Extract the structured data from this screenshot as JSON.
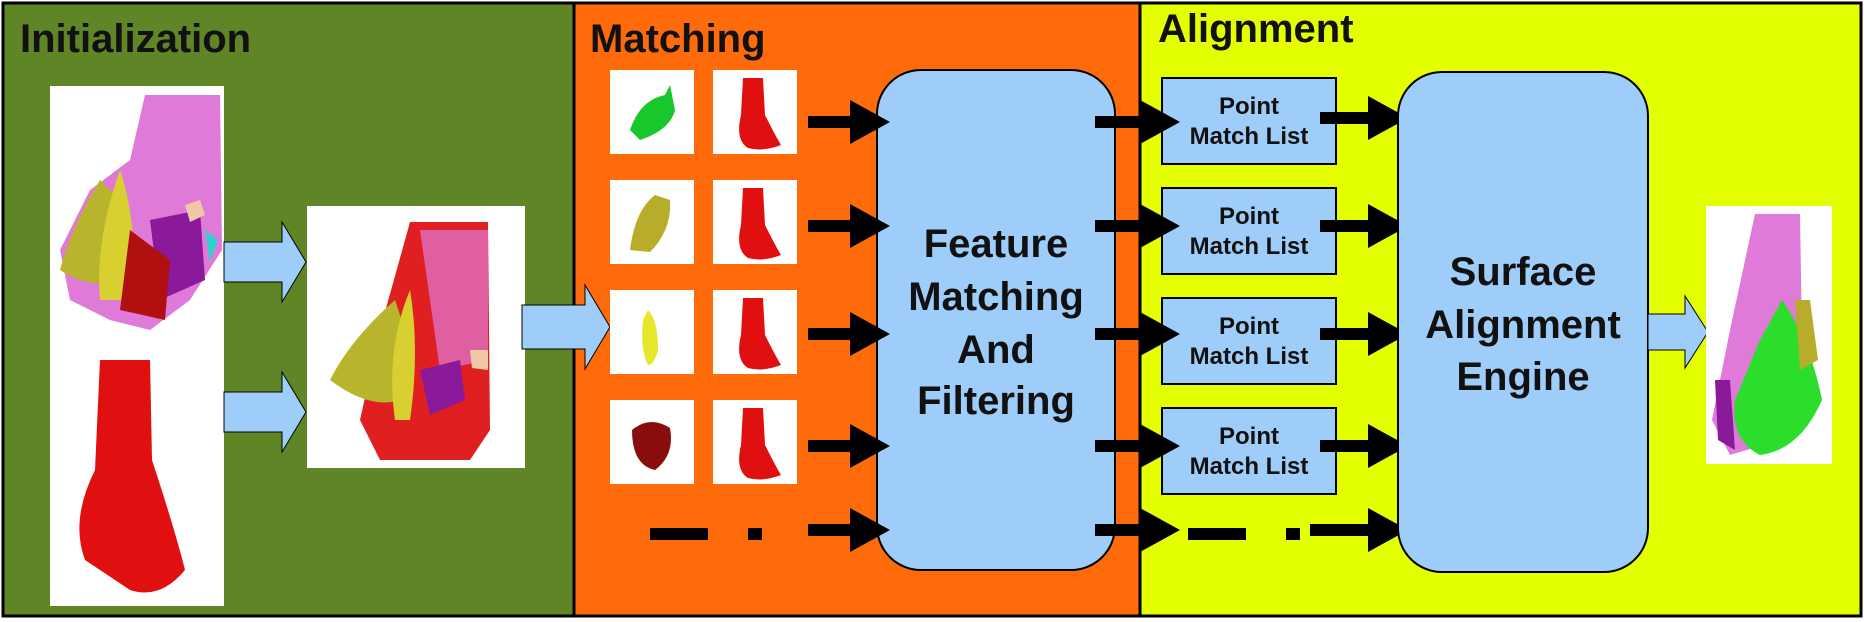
{
  "panels": {
    "initialization": {
      "title": "Initialization",
      "color": "#5f8527"
    },
    "matching": {
      "title": "Matching",
      "color": "#ff6a0a"
    },
    "alignment": {
      "title": "Alignment",
      "color": "#e3ff00"
    }
  },
  "feature_box": {
    "lines": [
      "Feature",
      "Matching",
      "And",
      "Filtering"
    ],
    "color": "#9fcdfa"
  },
  "engine_box": {
    "lines": [
      "Surface",
      "Alignment",
      "Engine"
    ],
    "color": "#9fcdfa"
  },
  "point_match_lists": [
    {
      "line1": "Point",
      "line2": "Match List"
    },
    {
      "line1": "Point",
      "line2": "Match List"
    },
    {
      "line1": "Point",
      "line2": "Match List"
    },
    {
      "line1": "Point",
      "line2": "Match List"
    }
  ],
  "fragment_colors": [
    "#17c72c",
    "#b8ad2a",
    "#e6e62a",
    "#8a0d0d"
  ],
  "bone_color": "#e01010",
  "arrow_fill": "#9fcdfa",
  "black_arrow": "#000000"
}
